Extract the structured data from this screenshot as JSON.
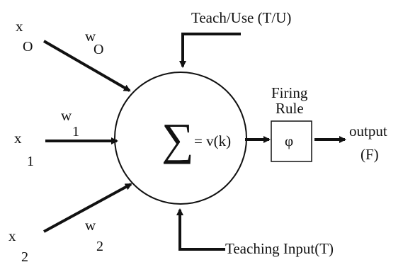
{
  "inputs": [
    {
      "var": "x",
      "var_sub": "O",
      "weight": "w",
      "weight_sub": "O"
    },
    {
      "var": "x",
      "var_sub": "1",
      "weight": "w",
      "weight_sub": "1"
    },
    {
      "var": "x",
      "var_sub": "2",
      "weight": "w",
      "weight_sub": "2"
    }
  ],
  "control": {
    "teach_use": "Teach/Use  (T/U)",
    "teaching_input": "Teaching Input(T)"
  },
  "neuron": {
    "sum_symbol": "∑",
    "sum_equation": "= v(k)"
  },
  "firing": {
    "title_line1": "Firing",
    "title_line2": "Rule",
    "function_symbol": "φ"
  },
  "output": {
    "label": "output",
    "symbol": "(F)"
  },
  "colors": {
    "ink": "#111111",
    "background": "#ffffff"
  }
}
